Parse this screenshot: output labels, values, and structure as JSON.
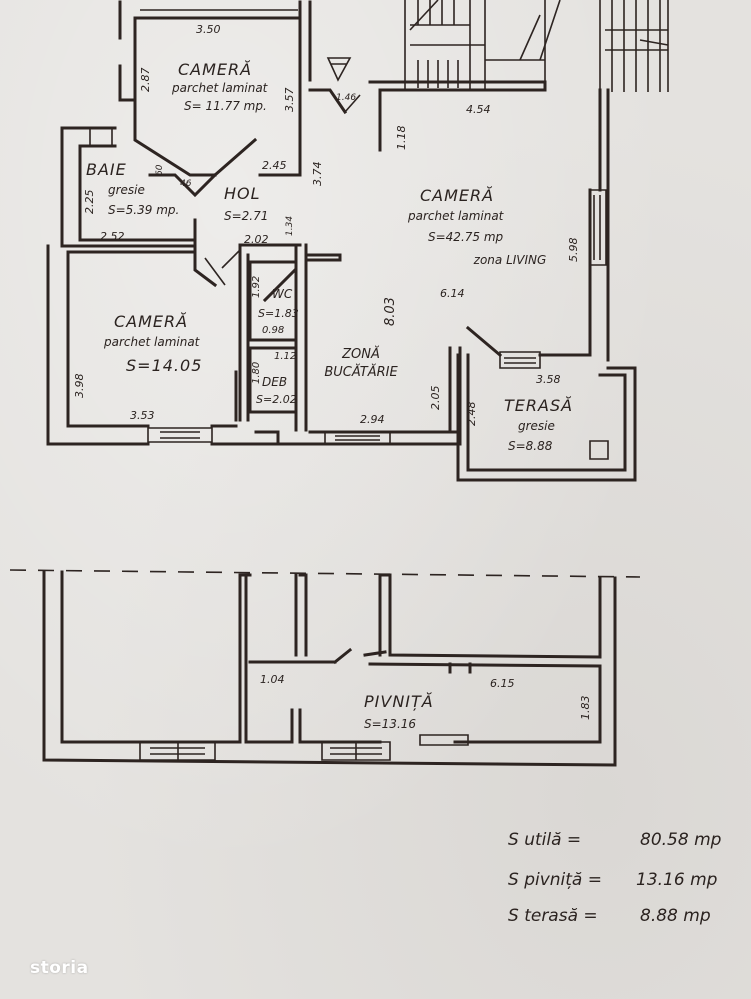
{
  "rooms": {
    "camera_top": {
      "name": "CAMERĂ",
      "floor": "parchet laminat",
      "area": "S= 11.77 mp."
    },
    "baie": {
      "name": "BAIE",
      "floor": "gresie",
      "area": "S=5.39 mp."
    },
    "hol": {
      "name": "HOL",
      "area": "S=2.71"
    },
    "camera_large": {
      "name": "CAMERĂ",
      "floor": "parchet laminat",
      "area": "S=42.75 mp",
      "zone": "zona LIVING"
    },
    "camera_left": {
      "name": "CAMERĂ",
      "floor": "parchet laminat",
      "area": "S=14.05"
    },
    "wc": {
      "name": "WC",
      "area": "S=1.83"
    },
    "deb": {
      "name": "DEB",
      "area": "S=2.02"
    },
    "bucatarie": {
      "name": "ZONĂ BUCĂTĂRIE"
    },
    "terasa": {
      "name": "TERASĂ",
      "floor": "gresie",
      "area": "S=8.88"
    },
    "pivnita": {
      "name": "PIVNIȚĂ",
      "area": "S=13.16"
    }
  },
  "dimensions": {
    "d350": "3.50",
    "d287": "2.87",
    "d357": "3.57",
    "d245": "2.45",
    "d374": "3.74",
    "d146": "1.46",
    "d454": "4.54",
    "d118": "1.18",
    "d598": "5.98",
    "d614": "6.14",
    "d803": "8.03",
    "d225": "2.25",
    "d252": "2.52",
    "d60": "60",
    "d46": "46",
    "d134": "1.34",
    "d202": "2.02",
    "d192": "1.92",
    "d098": "0.98",
    "d180": "1.80",
    "d112": "1.12",
    "d398": "3.98",
    "d353": "3.53",
    "d294": "2.94",
    "d205": "2.05",
    "d248": "2.48",
    "d358": "3.58",
    "d104": "1.04",
    "d615": "6.15",
    "d183": "1.83"
  },
  "summary": [
    {
      "label": "S utilă =",
      "value": "80.58 mp"
    },
    {
      "label": "S pivniță =",
      "value": "13.16 mp"
    },
    {
      "label": "S terasă =",
      "value": "8.88 mp"
    }
  ],
  "watermark": "storia"
}
